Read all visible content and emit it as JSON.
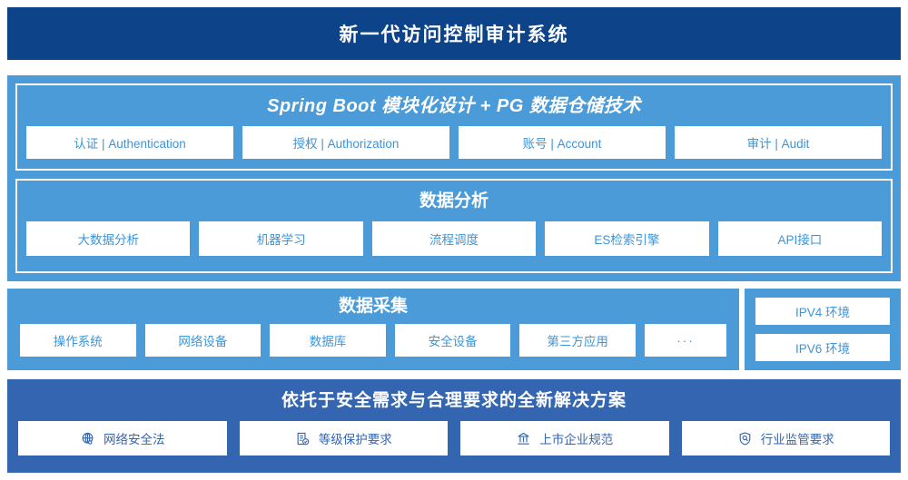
{
  "header": {
    "title": "新一代访问控制审计系统",
    "bg_color": "#0d4389"
  },
  "platform": {
    "bg_color": "#4a9bd8",
    "spring": {
      "title": "Spring Boot 模块化设计 + PG 数据仓储技术",
      "cards": [
        {
          "label": "认证 | Authentication"
        },
        {
          "label": "授权 | Authorization"
        },
        {
          "label": "账号 | Account"
        },
        {
          "label": "审计 | Audit"
        }
      ]
    },
    "analysis": {
      "title": "数据分析",
      "cards": [
        {
          "label": "大数据分析"
        },
        {
          "label": "机器学习"
        },
        {
          "label": "流程调度"
        },
        {
          "label": "ES检索引擎"
        },
        {
          "label": "API接口"
        }
      ]
    }
  },
  "collection": {
    "bg_color": "#4a9bd8",
    "title": "数据采集",
    "cards": [
      {
        "label": "操作系统"
      },
      {
        "label": "网络设备"
      },
      {
        "label": "数据库"
      },
      {
        "label": "安全设备"
      },
      {
        "label": "第三方应用"
      },
      {
        "label": "···"
      }
    ]
  },
  "environments": {
    "bg_color": "#4a9bd8",
    "cards": [
      {
        "label": "IPV4 环境"
      },
      {
        "label": "IPV6 环境"
      }
    ]
  },
  "solution": {
    "bg_color": "#3465b0",
    "title": "依托于安全需求与合理要求的全新解决方案",
    "cards": [
      {
        "label": "网络安全法",
        "icon": "globe-icon"
      },
      {
        "label": "等级保护要求",
        "icon": "document-check-icon"
      },
      {
        "label": "上市企业规范",
        "icon": "bank-building-icon"
      },
      {
        "label": "行业监管要求",
        "icon": "shield-search-icon"
      }
    ]
  }
}
